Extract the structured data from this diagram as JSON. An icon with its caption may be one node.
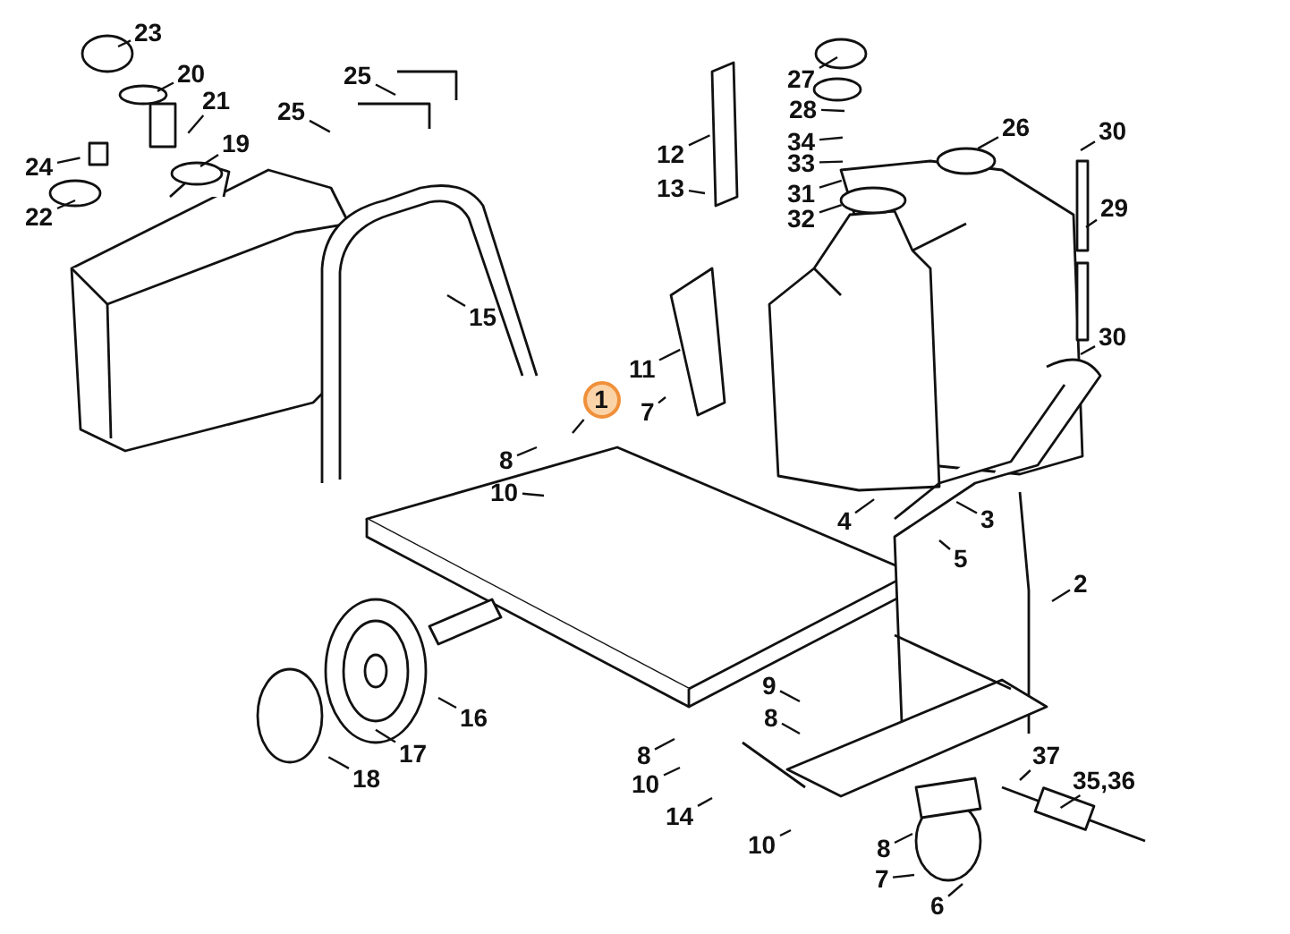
{
  "diagram": {
    "nodes": [
      {
        "text": [
          "23"
        ]
      },
      {
        "text": [
          "20"
        ]
      },
      {
        "text": [
          "25"
        ]
      },
      {
        "text": [
          "21"
        ]
      },
      {
        "text": [
          "25"
        ]
      },
      {
        "text": [
          "19"
        ]
      },
      {
        "text": [
          "24"
        ]
      },
      {
        "text": [
          "22"
        ]
      },
      {
        "text": [
          "27"
        ]
      },
      {
        "text": [
          "28"
        ]
      },
      {
        "text": [
          "26"
        ]
      },
      {
        "text": [
          "30"
        ]
      },
      {
        "text": [
          "34"
        ]
      },
      {
        "text": [
          "12"
        ]
      },
      {
        "text": [
          "33"
        ]
      },
      {
        "text": [
          "13"
        ]
      },
      {
        "text": [
          "31"
        ]
      },
      {
        "text": [
          "29"
        ]
      },
      {
        "text": [
          "32"
        ]
      },
      {
        "text": [
          "15"
        ]
      },
      {
        "text": [
          "30"
        ]
      },
      {
        "text": [
          "11"
        ]
      },
      {
        "text": [
          "1"
        ]
      },
      {
        "text": [
          "7"
        ]
      },
      {
        "text": [
          "8"
        ]
      },
      {
        "text": [
          "10"
        ]
      },
      {
        "text": [
          "4"
        ]
      },
      {
        "text": [
          "3"
        ]
      },
      {
        "text": [
          "5"
        ]
      },
      {
        "text": [
          "2"
        ]
      },
      {
        "text": [
          "9"
        ]
      },
      {
        "text": [
          "16"
        ]
      },
      {
        "text": [
          "8"
        ]
      },
      {
        "text": [
          "17"
        ]
      },
      {
        "text": [
          "37"
        ]
      },
      {
        "text": [
          "8"
        ]
      },
      {
        "text": [
          "18"
        ]
      },
      {
        "text": [
          "35,36"
        ]
      },
      {
        "text": [
          "10"
        ]
      },
      {
        "text": [
          "14"
        ]
      },
      {
        "text": [
          "10"
        ]
      },
      {
        "text": [
          "8"
        ]
      },
      {
        "text": [
          "7"
        ]
      },
      {
        "text": [
          "6"
        ]
      }
    ],
    "edges": [
      {
        "from": 0,
        "to": null,
        "arrow": "none"
      },
      {
        "from": 1,
        "to": null,
        "arrow": "none"
      },
      {
        "from": 2,
        "to": null,
        "arrow": "none"
      },
      {
        "from": 3,
        "to": null,
        "arrow": "none"
      },
      {
        "from": 4,
        "to": null,
        "arrow": "none"
      },
      {
        "from": 5,
        "to": null,
        "arrow": "none"
      },
      {
        "from": 6,
        "to": null,
        "arrow": "none"
      },
      {
        "from": 7,
        "to": null,
        "arrow": "none"
      },
      {
        "from": 8,
        "to": null,
        "arrow": "none"
      },
      {
        "from": 9,
        "to": null,
        "arrow": "none"
      },
      {
        "from": 10,
        "to": null,
        "arrow": "none"
      },
      {
        "from": 11,
        "to": null,
        "arrow": "none"
      },
      {
        "from": 12,
        "to": null,
        "arrow": "none"
      },
      {
        "from": 13,
        "to": null,
        "arrow": "none"
      },
      {
        "from": 14,
        "to": null,
        "arrow": "none"
      },
      {
        "from": 15,
        "to": null,
        "arrow": "none"
      },
      {
        "from": 16,
        "to": null,
        "arrow": "none"
      },
      {
        "from": 17,
        "to": null,
        "arrow": "none"
      },
      {
        "from": 18,
        "to": null,
        "arrow": "none"
      },
      {
        "from": 19,
        "to": null,
        "arrow": "none"
      },
      {
        "from": 20,
        "to": null,
        "arrow": "none"
      },
      {
        "from": 21,
        "to": null,
        "arrow": "none"
      },
      {
        "from": 22,
        "to": null,
        "arrow": "none"
      },
      {
        "from": 23,
        "to": null,
        "arrow": "none"
      },
      {
        "from": 24,
        "to": null,
        "arrow": "none"
      },
      {
        "from": 25,
        "to": null,
        "arrow": "none"
      },
      {
        "from": 26,
        "to": null,
        "arrow": "none"
      },
      {
        "from": 27,
        "to": null,
        "arrow": "none"
      },
      {
        "from": 28,
        "to": null,
        "arrow": "none"
      },
      {
        "from": 29,
        "to": null,
        "arrow": "none"
      },
      {
        "from": 30,
        "to": null,
        "arrow": "none"
      },
      {
        "from": 31,
        "to": null,
        "arrow": "none"
      },
      {
        "from": 32,
        "to": null,
        "arrow": "none"
      },
      {
        "from": 33,
        "to": null,
        "arrow": "none"
      },
      {
        "from": 34,
        "to": null,
        "arrow": "none"
      },
      {
        "from": 35,
        "to": null,
        "arrow": "none"
      },
      {
        "from": 36,
        "to": null,
        "arrow": "none"
      },
      {
        "from": 37,
        "to": null,
        "arrow": "none"
      },
      {
        "from": 38,
        "to": null,
        "arrow": "none"
      },
      {
        "from": 39,
        "to": null,
        "arrow": "none"
      },
      {
        "from": 40,
        "to": null,
        "arrow": "none"
      },
      {
        "from": 41,
        "to": null,
        "arrow": "none"
      },
      {
        "from": 42,
        "to": null,
        "arrow": "none"
      },
      {
        "from": 43,
        "to": null,
        "arrow": "none"
      }
    ]
  }
}
